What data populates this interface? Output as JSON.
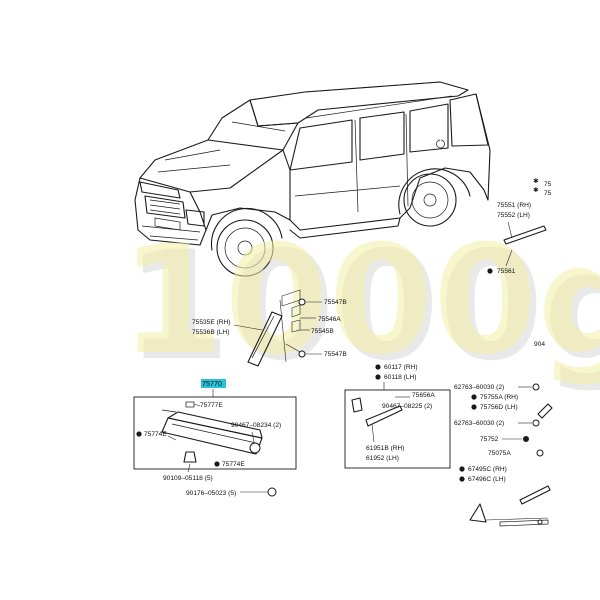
{
  "watermark": "1000g",
  "accent_color": "#27c3d9",
  "callouts": {
    "c75547B_top": "75547B",
    "c75535E": "75535E (RH)",
    "c75536B": "75536B (LH)",
    "c75546A": "75546A",
    "c75545B": "75545B",
    "c75547B_bottom": "75547B",
    "c75770": "75770",
    "c75777E": "75777E",
    "c75774E_left": "75774E",
    "c90467_08234": "90467–08234 (2)",
    "c75774E_right": "75774E",
    "c90109_05118": "90109–05118 (5)",
    "c90176_05023": "90176–05023 (5)",
    "c60117": "60117 (RH)",
    "c60118": "60118 (LH)",
    "c75656A": "75656A",
    "c90467_08225": "90467–08225 (2)",
    "c61951B": "61951B (RH)",
    "c61952": "61952 (LH)",
    "c75551": "75551 (RH)",
    "c75552": "75552 (LH)",
    "c75561": "75561",
    "c904": "904",
    "c62763_a": "62763–60030 (2)",
    "c75755A": "75755A (RH)",
    "c75756D": "75756D (LH)",
    "c62763_b": "62763–60030 (2)",
    "c75752": "75752",
    "c75075A": "75075A",
    "c67495C": "67495C (RH)",
    "c67496C": "67496C (LH)",
    "c75_top": "75",
    "c75_mid": "75"
  }
}
